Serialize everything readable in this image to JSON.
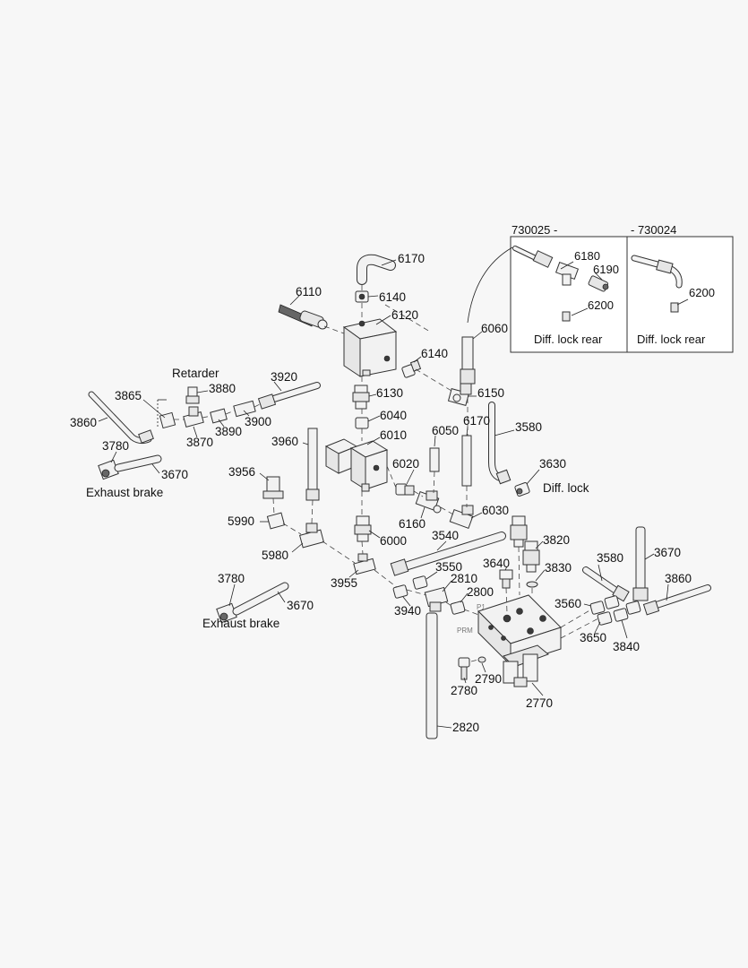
{
  "inset": {
    "left_range": "730025 -",
    "right_range": "- 730024",
    "left_caption": "Diff. lock rear",
    "right_caption": "Diff. lock rear",
    "left_parts": [
      "6180",
      "6190",
      "6200"
    ],
    "right_parts": [
      "6200"
    ]
  },
  "captions": {
    "retarder": "Retarder",
    "exhaust_brake_top": "Exhaust brake",
    "exhaust_brake_bottom": "Exhaust brake",
    "diff_lock": "Diff. lock"
  },
  "block_marks": {
    "p1": "P1",
    "prm": "PRM"
  },
  "part_numbers": {
    "p6170a": "6170",
    "p6110": "6110",
    "p6140a": "6140",
    "p6120": "6120",
    "p6060": "6060",
    "p6140b": "6140",
    "p6150": "6150",
    "p6130": "6130",
    "p6040": "6040",
    "p6170b": "6170",
    "p6010": "6010",
    "p6050": "6050",
    "p6020": "6020",
    "p6030": "6030",
    "p6160": "6160",
    "p6000": "6000",
    "p3580a": "3580",
    "p3630": "3630",
    "p3920": "3920",
    "p3880": "3880",
    "p3865": "3865",
    "p3860a": "3860",
    "p3870": "3870",
    "p3890": "3890",
    "p3900": "3900",
    "p3780a": "3780",
    "p3670a": "3670",
    "p3960": "3960",
    "p3956": "3956",
    "p5990": "5990",
    "p5980": "5980",
    "p3955": "3955",
    "p3540": "3540",
    "p3820": "3820",
    "p3830": "3830",
    "p3640": "3640",
    "p3550": "3550",
    "p2810": "2810",
    "p2800": "2800",
    "p3940": "3940",
    "p3780b": "3780",
    "p3670b": "3670",
    "p3580b": "3580",
    "p3670c": "3670",
    "p3860b": "3860",
    "p3560": "3560",
    "p3650": "3650",
    "p3840": "3840",
    "p2790": "2790",
    "p2780": "2780",
    "p2770": "2770",
    "p2820": "2820"
  }
}
